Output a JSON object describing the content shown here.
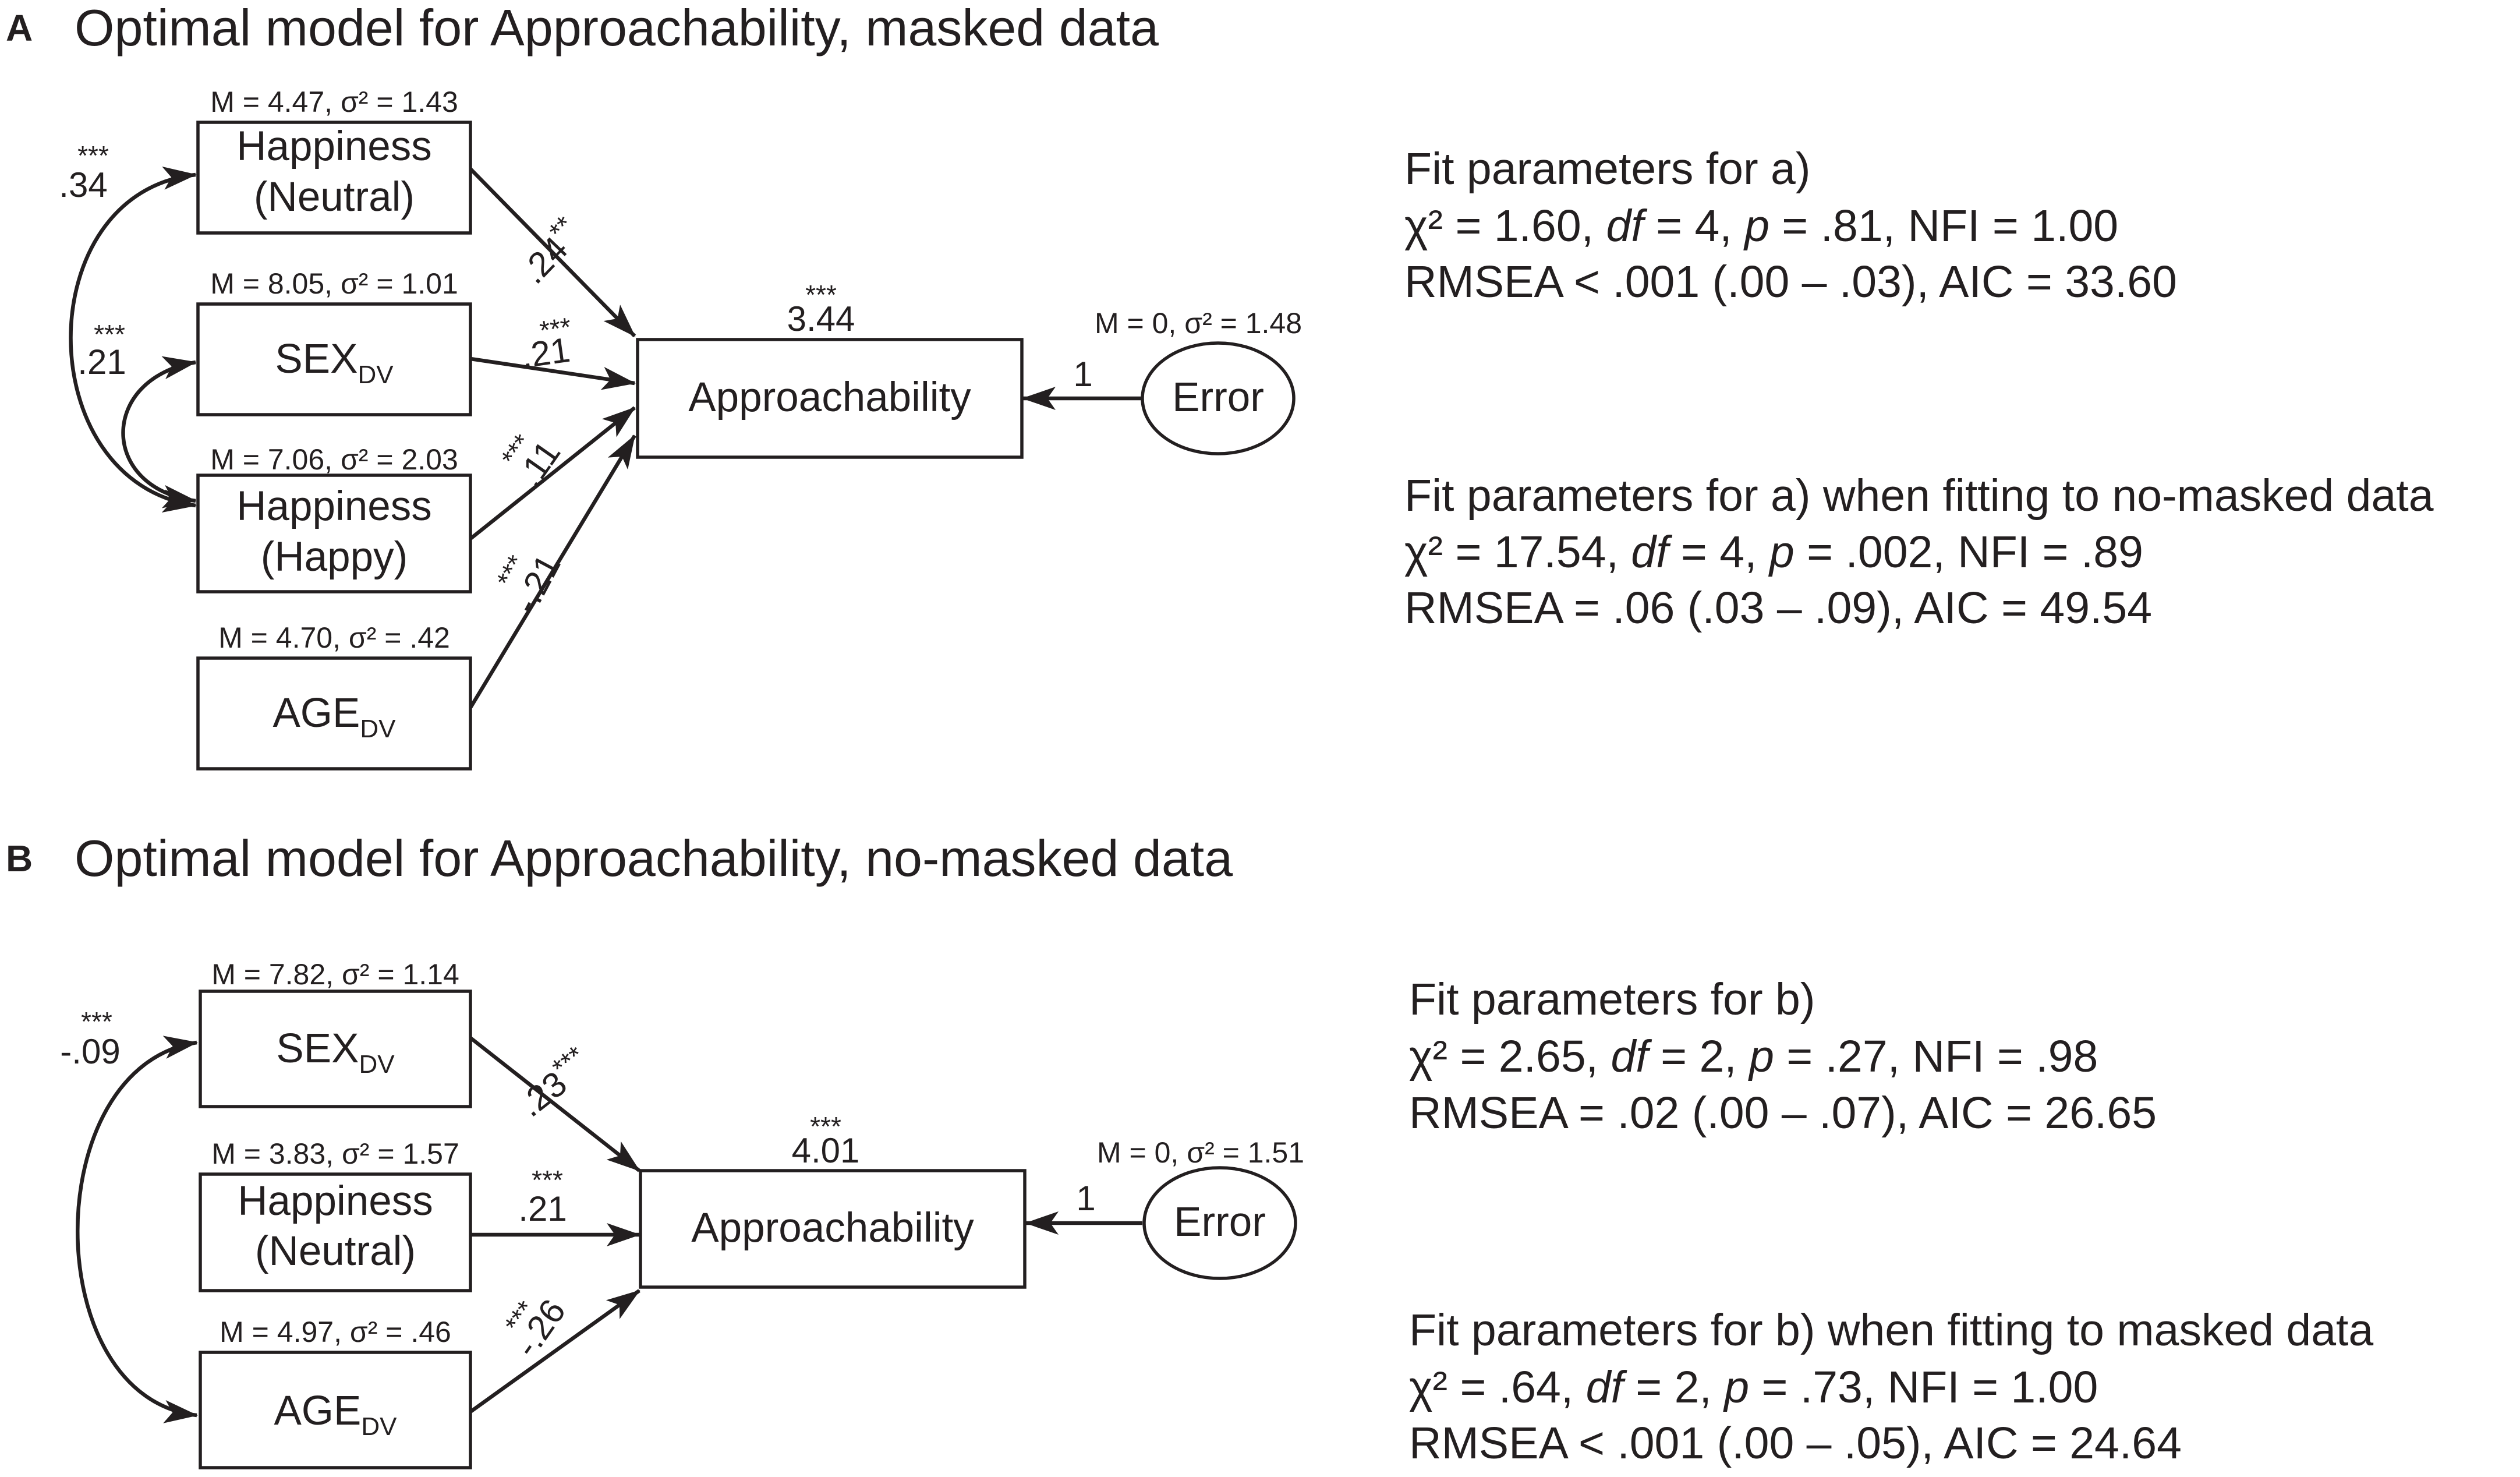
{
  "panel_a": {
    "letter": "A",
    "title": "Optimal model for Approachability, masked data",
    "predictors": [
      {
        "label": "Happiness",
        "label2": "(Neutral)",
        "stats": "M = 4.47, σ² = 1.43",
        "path_coef": ".24",
        "path_stars": "**"
      },
      {
        "label": "SEX",
        "sub": "DV",
        "stats": "M = 8.05, σ² = 1.01",
        "path_coef": ".21",
        "path_stars": "***"
      },
      {
        "label": "Happiness",
        "label2": "(Happy)",
        "stats": "M = 7.06, σ² = 2.03",
        "path_coef": ".11",
        "path_stars": "***"
      },
      {
        "label": "AGE",
        "sub": "DV",
        "stats": "M = 4.70, σ² = .42",
        "path_coef": "-.21",
        "path_stars": "***"
      }
    ],
    "covariances": [
      {
        "value": ".34",
        "stars": "***"
      },
      {
        "value": ".21",
        "stars": "***"
      }
    ],
    "outcome": {
      "label": "Approachability",
      "intercept": "3.44",
      "intercept_stars": "***"
    },
    "error": {
      "label": "Error",
      "stats": "M = 0, σ² = 1.48",
      "loading": "1"
    },
    "fit_blocks": [
      {
        "heading": "Fit parameters for a)",
        "chi2": "χ² = 1.60, ",
        "df_label": "df",
        "df_rest": " = 4, ",
        "p_label": "p",
        "p_rest": " = .81, NFI = 1.00",
        "line2": "RMSEA < .001 (.00 – .03), AIC = 33.60"
      },
      {
        "heading": "Fit parameters for a) when fitting to no-masked data",
        "chi2": "χ² = 17.54, ",
        "df_label": "df",
        "df_rest": " = 4, ",
        "p_label": "p",
        "p_rest": " = .002, NFI = .89",
        "line2": "RMSEA = .06 (.03 – .09), AIC = 49.54"
      }
    ]
  },
  "panel_b": {
    "letter": "B",
    "title": "Optimal model for  Approachability, no-masked data",
    "predictors": [
      {
        "label": "SEX",
        "sub": "DV",
        "stats": "M = 7.82, σ² = 1.14",
        "path_coef": ".23",
        "path_stars": "***"
      },
      {
        "label": "Happiness",
        "label2": "(Neutral)",
        "stats": "M = 3.83, σ² = 1.57",
        "path_coef": ".21",
        "path_stars": "***"
      },
      {
        "label": "AGE",
        "sub": "DV",
        "stats": "M = 4.97, σ² = .46",
        "path_coef": "-.26",
        "path_stars": "***"
      }
    ],
    "covariances": [
      {
        "value": "-.09",
        "stars": "***"
      }
    ],
    "outcome": {
      "label": "Approachability",
      "intercept": "4.01",
      "intercept_stars": "***"
    },
    "error": {
      "label": "Error",
      "stats": "M = 0, σ² = 1.51",
      "loading": "1"
    },
    "fit_blocks": [
      {
        "heading": "Fit parameters for b)",
        "chi2": "χ² = 2.65, ",
        "df_label": "df",
        "df_rest": " = 2, ",
        "p_label": "p",
        "p_rest": " = .27, NFI = .98",
        "line2": "RMSEA = .02 (.00 – .07), AIC = 26.65"
      },
      {
        "heading": "Fit parameters for b) when fitting to masked data",
        "chi2": "χ² = .64, ",
        "df_label": "df",
        "df_rest": " = 2, ",
        "p_label": "p",
        "p_rest": " = .73, NFI = 1.00",
        "line2": "RMSEA < .001 (.00 – .05), AIC = 24.64"
      }
    ]
  }
}
